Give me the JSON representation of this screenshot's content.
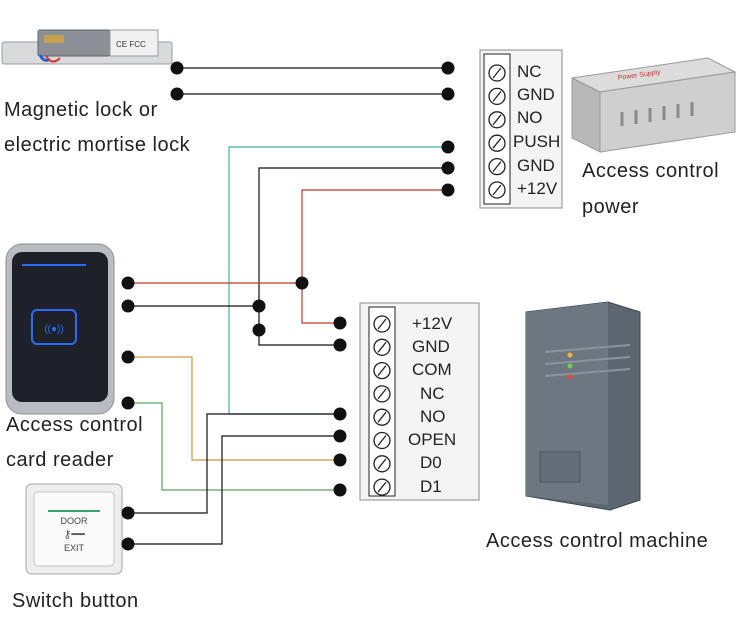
{
  "labels": {
    "lock_line1": "Magnetic lock or",
    "lock_line2": "electric mortise lock",
    "power_line1": "Access control",
    "power_line2": "power",
    "reader_line1": "Access control",
    "reader_line2": "card reader",
    "switch": "Switch button",
    "machine": "Access control machine"
  },
  "power_terminals": [
    "NC",
    "GND",
    "NO",
    "PUSH",
    "GND",
    "+12V"
  ],
  "machine_terminals": [
    "+12V",
    "GND",
    "COM",
    "NC",
    "NO",
    "OPEN",
    "D0",
    "D1"
  ],
  "device_text": {
    "power_supply_brand": "Power Supply",
    "exit_top": "DOOR",
    "exit_bottom": "EXIT"
  },
  "wire_colors": {
    "black": "#111111",
    "red": "#c0392b",
    "teal": "#4aa8b8",
    "orange": "#c99a3a",
    "green": "#5aa55a"
  }
}
